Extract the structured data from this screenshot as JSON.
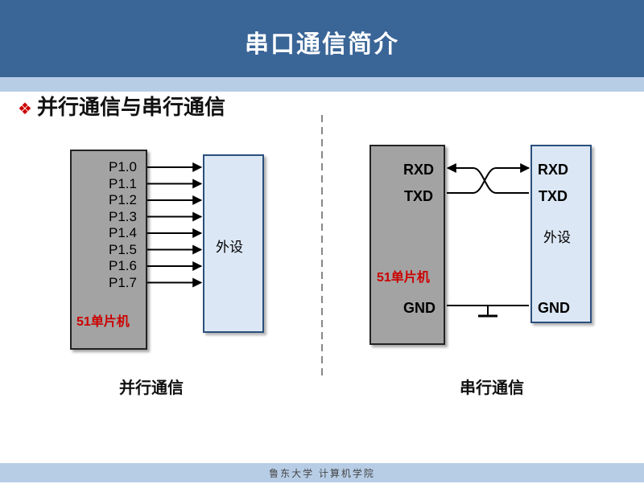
{
  "title": "串口通信简介",
  "section_heading": "并行通信与串行通信",
  "bullet_icon": "diamond-bullet-icon",
  "colors": {
    "header": "#3a6597",
    "band": "#b7cde6",
    "mcu": "#a3a3a3",
    "device": "#dbe7f4",
    "accent": "#cc0000"
  },
  "parallel": {
    "pins": [
      "P1.0",
      "P1.1",
      "P1.2",
      "P1.3",
      "P1.4",
      "P1.5",
      "P1.6",
      "P1.7"
    ],
    "mcu_label": "51单片机",
    "device_label": "外设",
    "caption": "并行通信"
  },
  "serial": {
    "left_pins": [
      "RXD",
      "TXD",
      "GND"
    ],
    "right_pins": [
      "RXD",
      "TXD",
      "GND"
    ],
    "mcu_label": "51单片机",
    "device_label": "外设",
    "caption": "串行通信"
  },
  "footer": "鲁东大学 计算机学院"
}
